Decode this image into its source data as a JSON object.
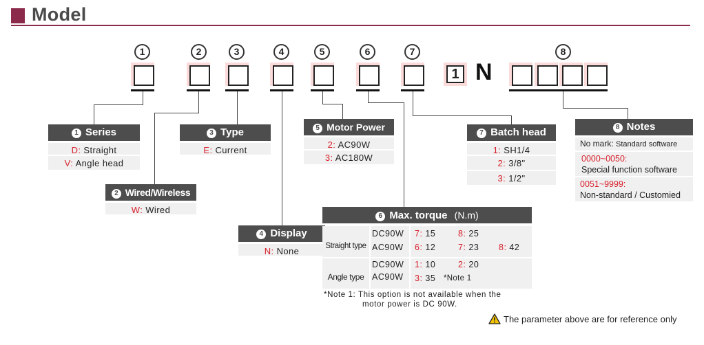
{
  "header": {
    "title": "Model"
  },
  "code": {
    "numbers": [
      "1",
      "2",
      "3",
      "4",
      "5",
      "6",
      "7",
      "8"
    ],
    "fixed_digit": "1",
    "fixed_letter": "N"
  },
  "series": {
    "num": "1",
    "title": "Series",
    "rows": [
      {
        "code": "D",
        "label": "Straight"
      },
      {
        "code": "V",
        "label": "Angle head"
      }
    ]
  },
  "wired": {
    "num": "2",
    "title": "Wired/Wireless",
    "rows": [
      {
        "code": "W",
        "label": "Wired"
      }
    ]
  },
  "type": {
    "num": "3",
    "title": "Type",
    "rows": [
      {
        "code": "E",
        "label": "Current"
      }
    ]
  },
  "display": {
    "num": "4",
    "title": "Display",
    "rows": [
      {
        "code": "N",
        "label": "None"
      }
    ]
  },
  "motor": {
    "num": "5",
    "title": "Motor Power",
    "rows": [
      {
        "code": "2",
        "label": "AC90W"
      },
      {
        "code": "3",
        "label": "AC180W"
      }
    ]
  },
  "batch": {
    "num": "7",
    "title": "Batch head",
    "rows": [
      {
        "code": "1",
        "label": "SH1/4"
      },
      {
        "code": "2",
        "label": "3/8\""
      },
      {
        "code": "3",
        "label": "1/2\""
      }
    ]
  },
  "notes": {
    "num": "8",
    "title": "Notes",
    "row1_prefix": "No mark:",
    "row1_text": "Standard software",
    "row2_code": "0000~0050:",
    "row2_text": "Special function software",
    "row3_code": "0051~9999:",
    "row3_text": "Non-standard / Customied"
  },
  "torque": {
    "num": "6",
    "title": "Max. torque",
    "unit": "(N.m)",
    "straight_label": "Straight type",
    "angle_label": "Angle type",
    "straight": [
      {
        "model": "DC90W",
        "cells": [
          {
            "c": "7",
            "v": "15"
          },
          {
            "c": "8",
            "v": "25"
          }
        ]
      },
      {
        "model": "AC90W",
        "cells": [
          {
            "c": "6",
            "v": "12"
          },
          {
            "c": "7",
            "v": "23"
          },
          {
            "c": "8",
            "v": "42"
          }
        ]
      }
    ],
    "angle": [
      {
        "model": "DC90W",
        "cells": [
          {
            "c": "1",
            "v": "10"
          },
          {
            "c": "2",
            "v": "20"
          }
        ]
      },
      {
        "model": "AC90W",
        "cells": [
          {
            "c": "3",
            "v": "35"
          }
        ],
        "extra": "*Note 1"
      }
    ]
  },
  "footnote": {
    "line1": "*Note 1:  This option is not available when the",
    "line2": "motor power is DC 90W."
  },
  "disclaimer": "The parameter above are for reference only",
  "colors": {
    "accent": "#8b2a4b",
    "header_bg": "#4d4d4d",
    "code_red": "#d81f2b",
    "box_pink": "#fbdada"
  }
}
